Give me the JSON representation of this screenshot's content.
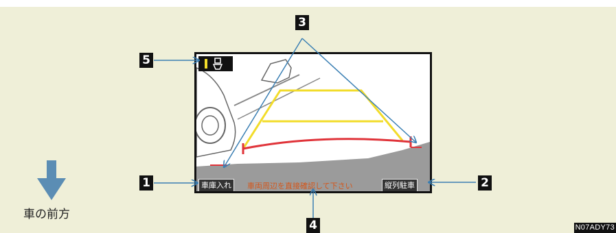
{
  "screen": {
    "left_button_label": "車庫入れ",
    "right_button_label": "縦列駐車",
    "warning_text": "車両周辺を直接確認して下さい"
  },
  "callouts": {
    "n1": "1",
    "n2": "2",
    "n3": "3",
    "n4": "4",
    "n5": "5"
  },
  "front_label": "車の前方",
  "figure_code": "N07ADY73",
  "colors": {
    "background": "#efefd8",
    "callout_line": "#3a7fb3",
    "guide_yellow": "#f2dc2a",
    "guide_red": "#e0343a",
    "arrow_fill": "#5b8db4",
    "warning_text": "#d4561a"
  }
}
